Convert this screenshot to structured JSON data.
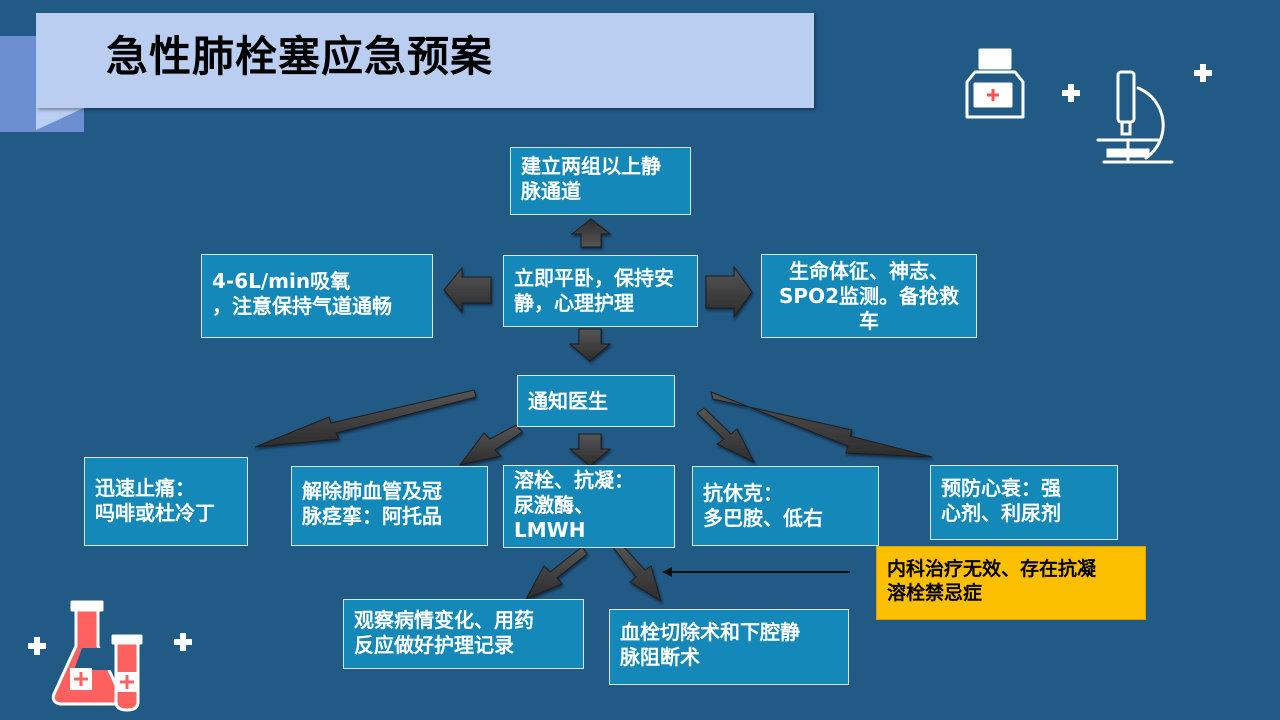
{
  "title": "急性肺栓塞应急预案",
  "nodes": {
    "iv": "建立两组以上静\n脉通道",
    "oxygen": "4-6L/min吸氧\n，注意保持气道通畅",
    "rest": "立即平卧，保持安\n静，心理护理",
    "monitor": "生命体征、神志、\nSPO2监测。备抢救\n车",
    "doctor": "通知医生",
    "pain": "迅速止痛：\n吗啡或杜冷丁",
    "spasm": "解除肺血管及冠\n脉痉挛：阿托品",
    "thrombo": "溶栓、抗凝：\n尿激酶、\nLMWH",
    "shock": "抗休克：\n多巴胺、低右",
    "heart": "预防心衰：强\n心剂、利尿剂",
    "contra": "内科治疗无效、存在抗凝\n溶栓禁忌症",
    "observe": "观察病情变化、用药\n反应做好护理记录",
    "surgery": "血栓切除术和下腔静\n脉阻断术"
  },
  "icons": [
    "medicine-bottle-icon",
    "microscope-icon",
    "flask-icon",
    "plus-icon"
  ]
}
